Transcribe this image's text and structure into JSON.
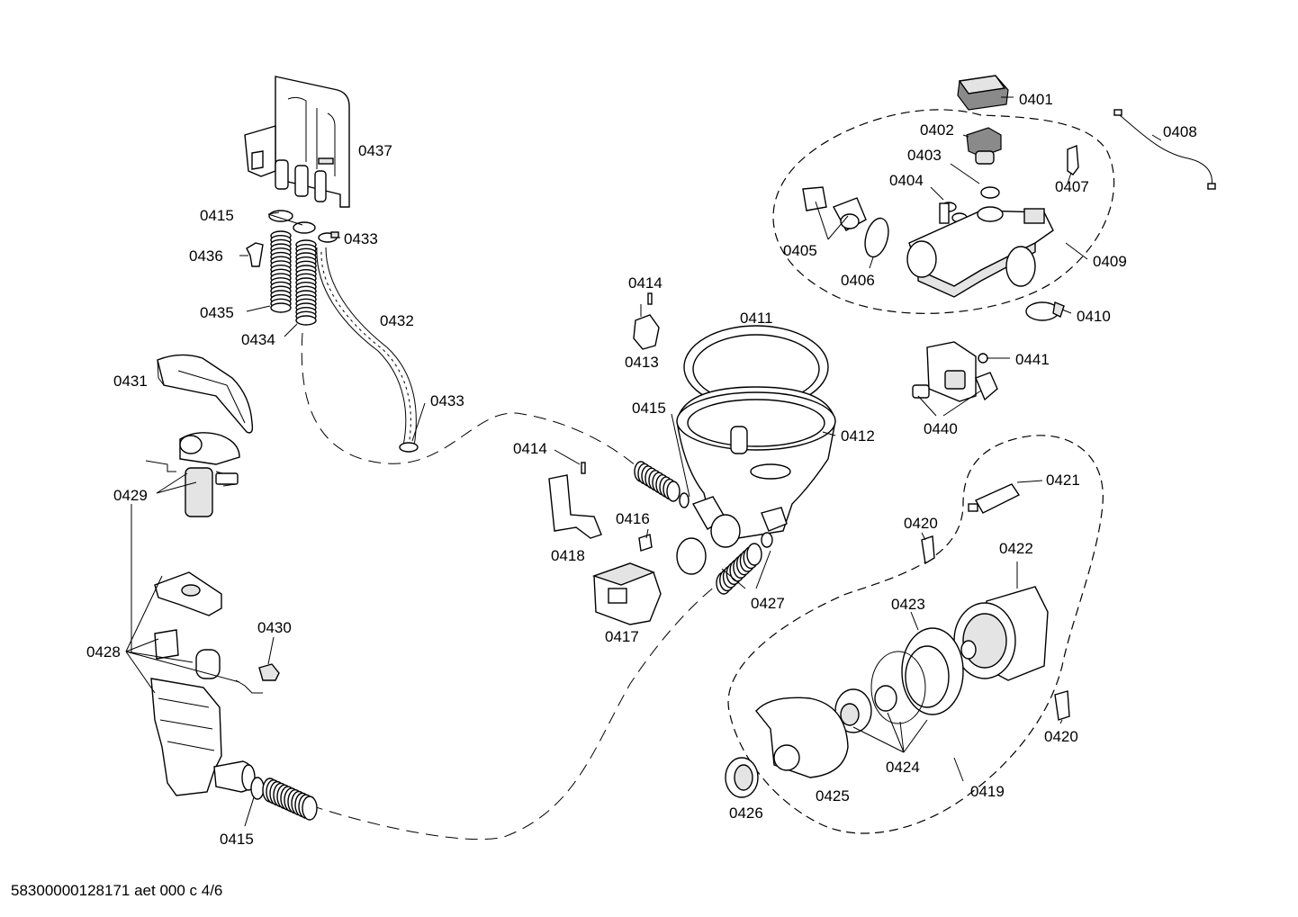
{
  "labels": [
    {
      "id": "0401",
      "text": "0401"
    },
    {
      "id": "0402",
      "text": "0402"
    },
    {
      "id": "0403",
      "text": "0403"
    },
    {
      "id": "0404",
      "text": "0404"
    },
    {
      "id": "0405",
      "text": "0405"
    },
    {
      "id": "0406",
      "text": "0406"
    },
    {
      "id": "0407",
      "text": "0407"
    },
    {
      "id": "0408",
      "text": "0408"
    },
    {
      "id": "0409",
      "text": "0409"
    },
    {
      "id": "0410",
      "text": "0410"
    },
    {
      "id": "0411",
      "text": "0411"
    },
    {
      "id": "0412",
      "text": "0412"
    },
    {
      "id": "0413",
      "text": "0413"
    },
    {
      "id": "0414a",
      "text": "0414"
    },
    {
      "id": "0414b",
      "text": "0414"
    },
    {
      "id": "0415a",
      "text": "0415"
    },
    {
      "id": "0415b",
      "text": "0415"
    },
    {
      "id": "0415c",
      "text": "0415"
    },
    {
      "id": "0416",
      "text": "0416"
    },
    {
      "id": "0417",
      "text": "0417"
    },
    {
      "id": "0418",
      "text": "0418"
    },
    {
      "id": "0419",
      "text": "0419"
    },
    {
      "id": "0420a",
      "text": "0420"
    },
    {
      "id": "0420b",
      "text": "0420"
    },
    {
      "id": "0421",
      "text": "0421"
    },
    {
      "id": "0422",
      "text": "0422"
    },
    {
      "id": "0423",
      "text": "0423"
    },
    {
      "id": "0424",
      "text": "0424"
    },
    {
      "id": "0425",
      "text": "0425"
    },
    {
      "id": "0426",
      "text": "0426"
    },
    {
      "id": "0427",
      "text": "0427"
    },
    {
      "id": "0428",
      "text": "0428"
    },
    {
      "id": "0429",
      "text": "0429"
    },
    {
      "id": "0430",
      "text": "0430"
    },
    {
      "id": "0431",
      "text": "0431"
    },
    {
      "id": "0432",
      "text": "0432"
    },
    {
      "id": "0433a",
      "text": "0433"
    },
    {
      "id": "0433b",
      "text": "0433"
    },
    {
      "id": "0434",
      "text": "0434"
    },
    {
      "id": "0435",
      "text": "0435"
    },
    {
      "id": "0436",
      "text": "0436"
    },
    {
      "id": "0437",
      "text": "0437"
    },
    {
      "id": "0440",
      "text": "0440"
    },
    {
      "id": "0441",
      "text": "0441"
    }
  ],
  "footer": "58300000128171 aet 000 c 4/6"
}
